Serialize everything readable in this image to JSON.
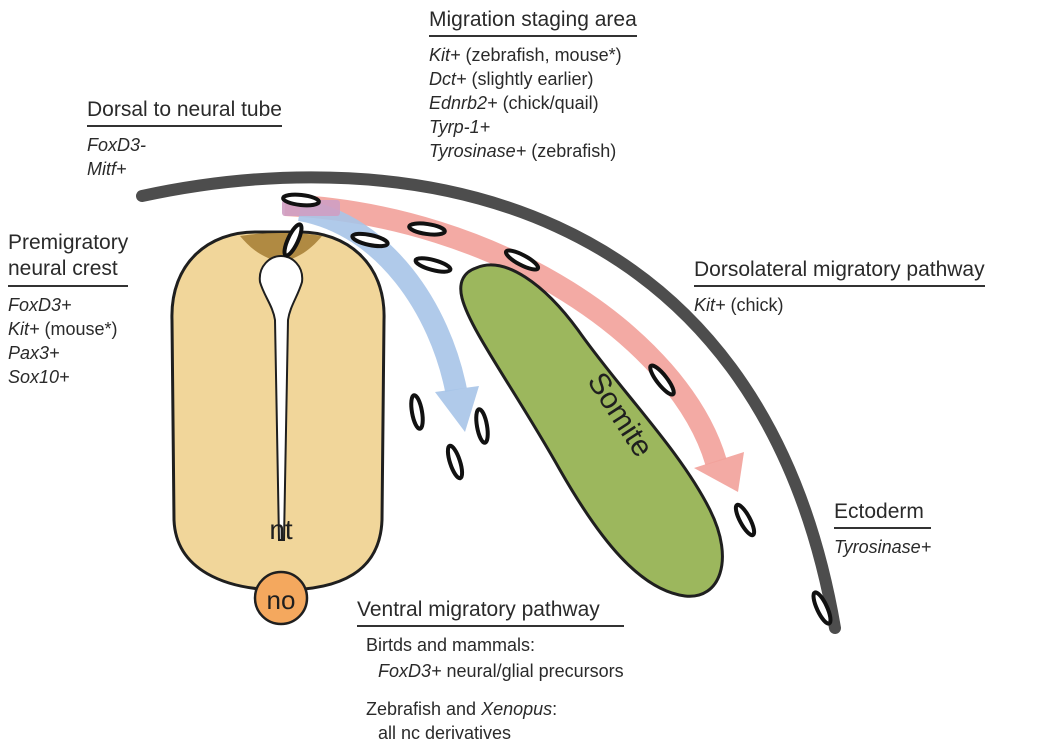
{
  "labels": {
    "migration_staging": {
      "title": "Migration staging area",
      "genes": [
        {
          "gene": "Kit+",
          "note": " (zebrafish, mouse*)"
        },
        {
          "gene": "Dct+",
          "note": " (slightly earlier)"
        },
        {
          "gene": "Ednrb2+",
          "note": " (chick/quail)"
        },
        {
          "gene": "Tyrp-1+",
          "note": ""
        },
        {
          "gene": "Tyrosinase+",
          "note": " (zebrafish)"
        }
      ]
    },
    "dorsal_neural_tube": {
      "title": "Dorsal to neural tube",
      "genes": [
        {
          "gene": "FoxD3-",
          "note": ""
        },
        {
          "gene": "Mitf+",
          "note": ""
        }
      ]
    },
    "premigratory": {
      "title_line1": "Premigratory",
      "title_line2": "neural crest",
      "genes": [
        {
          "gene": "FoxD3+",
          "note": ""
        },
        {
          "gene": "Kit+",
          "note": " (mouse*)"
        },
        {
          "gene": "Pax3+",
          "note": ""
        },
        {
          "gene": "Sox10+",
          "note": ""
        }
      ]
    },
    "dorsolateral": {
      "title": "Dorsolateral migratory pathway",
      "genes": [
        {
          "gene": "Kit+",
          "note": " (chick)"
        }
      ]
    },
    "ectoderm": {
      "title": "Ectoderm",
      "genes": [
        {
          "gene": "Tyrosinase+",
          "note": ""
        }
      ]
    },
    "ventral": {
      "title": "Ventral migratory pathway",
      "line1": "Birtds and mammals:",
      "line2_gene": "FoxD3+",
      "line2_rest": " neural/glial precursors",
      "line3_pre": "Zebrafish and ",
      "line3_gene": "Xenopus",
      "line3_post": ":",
      "line4": "all nc derivatives"
    }
  },
  "structures": {
    "somite": "Somite",
    "neural_tube": "nt",
    "notochord": "no"
  },
  "colors": {
    "neural_tube_fill": "#f1d69a",
    "crest_fill": "#b08a42",
    "somite_fill": "#9cb75d",
    "notochord_fill": "#f4a85e",
    "ectoderm": "#4d4d4d",
    "ventral_arrow": "#a7c4e8",
    "dorsolateral_arrow": "#f2a19a",
    "staging_band": "#cf9fc3",
    "outline": "#1f1f1f"
  }
}
